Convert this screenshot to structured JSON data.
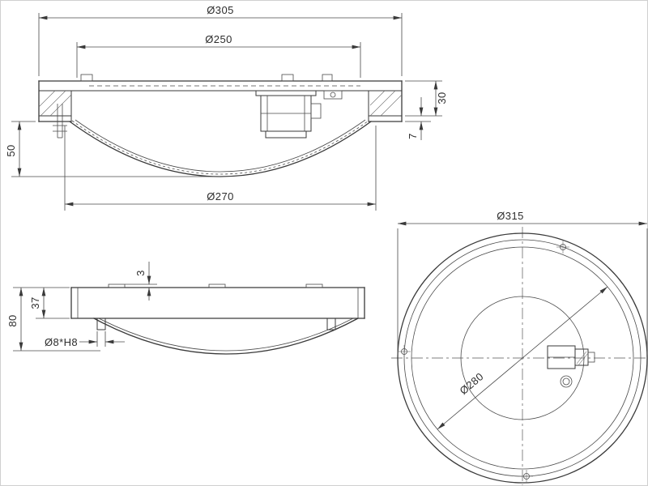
{
  "drawing_type": "ceiling-lamp-technical-drawing",
  "dims": {
    "d305": "Ø305",
    "d250": "Ø250",
    "d270": "Ø270",
    "d315": "Ø315",
    "d280": "Ø280",
    "pin": "Ø8*H8",
    "h50": "50",
    "h30": "30",
    "h7": "7",
    "h3": "3",
    "h37": "37",
    "h80": "80"
  },
  "colors": {
    "line": "#3a3a3a",
    "dimension": "#4a4a4a",
    "background": "#ffffff",
    "frame": "#cfcfcf"
  }
}
